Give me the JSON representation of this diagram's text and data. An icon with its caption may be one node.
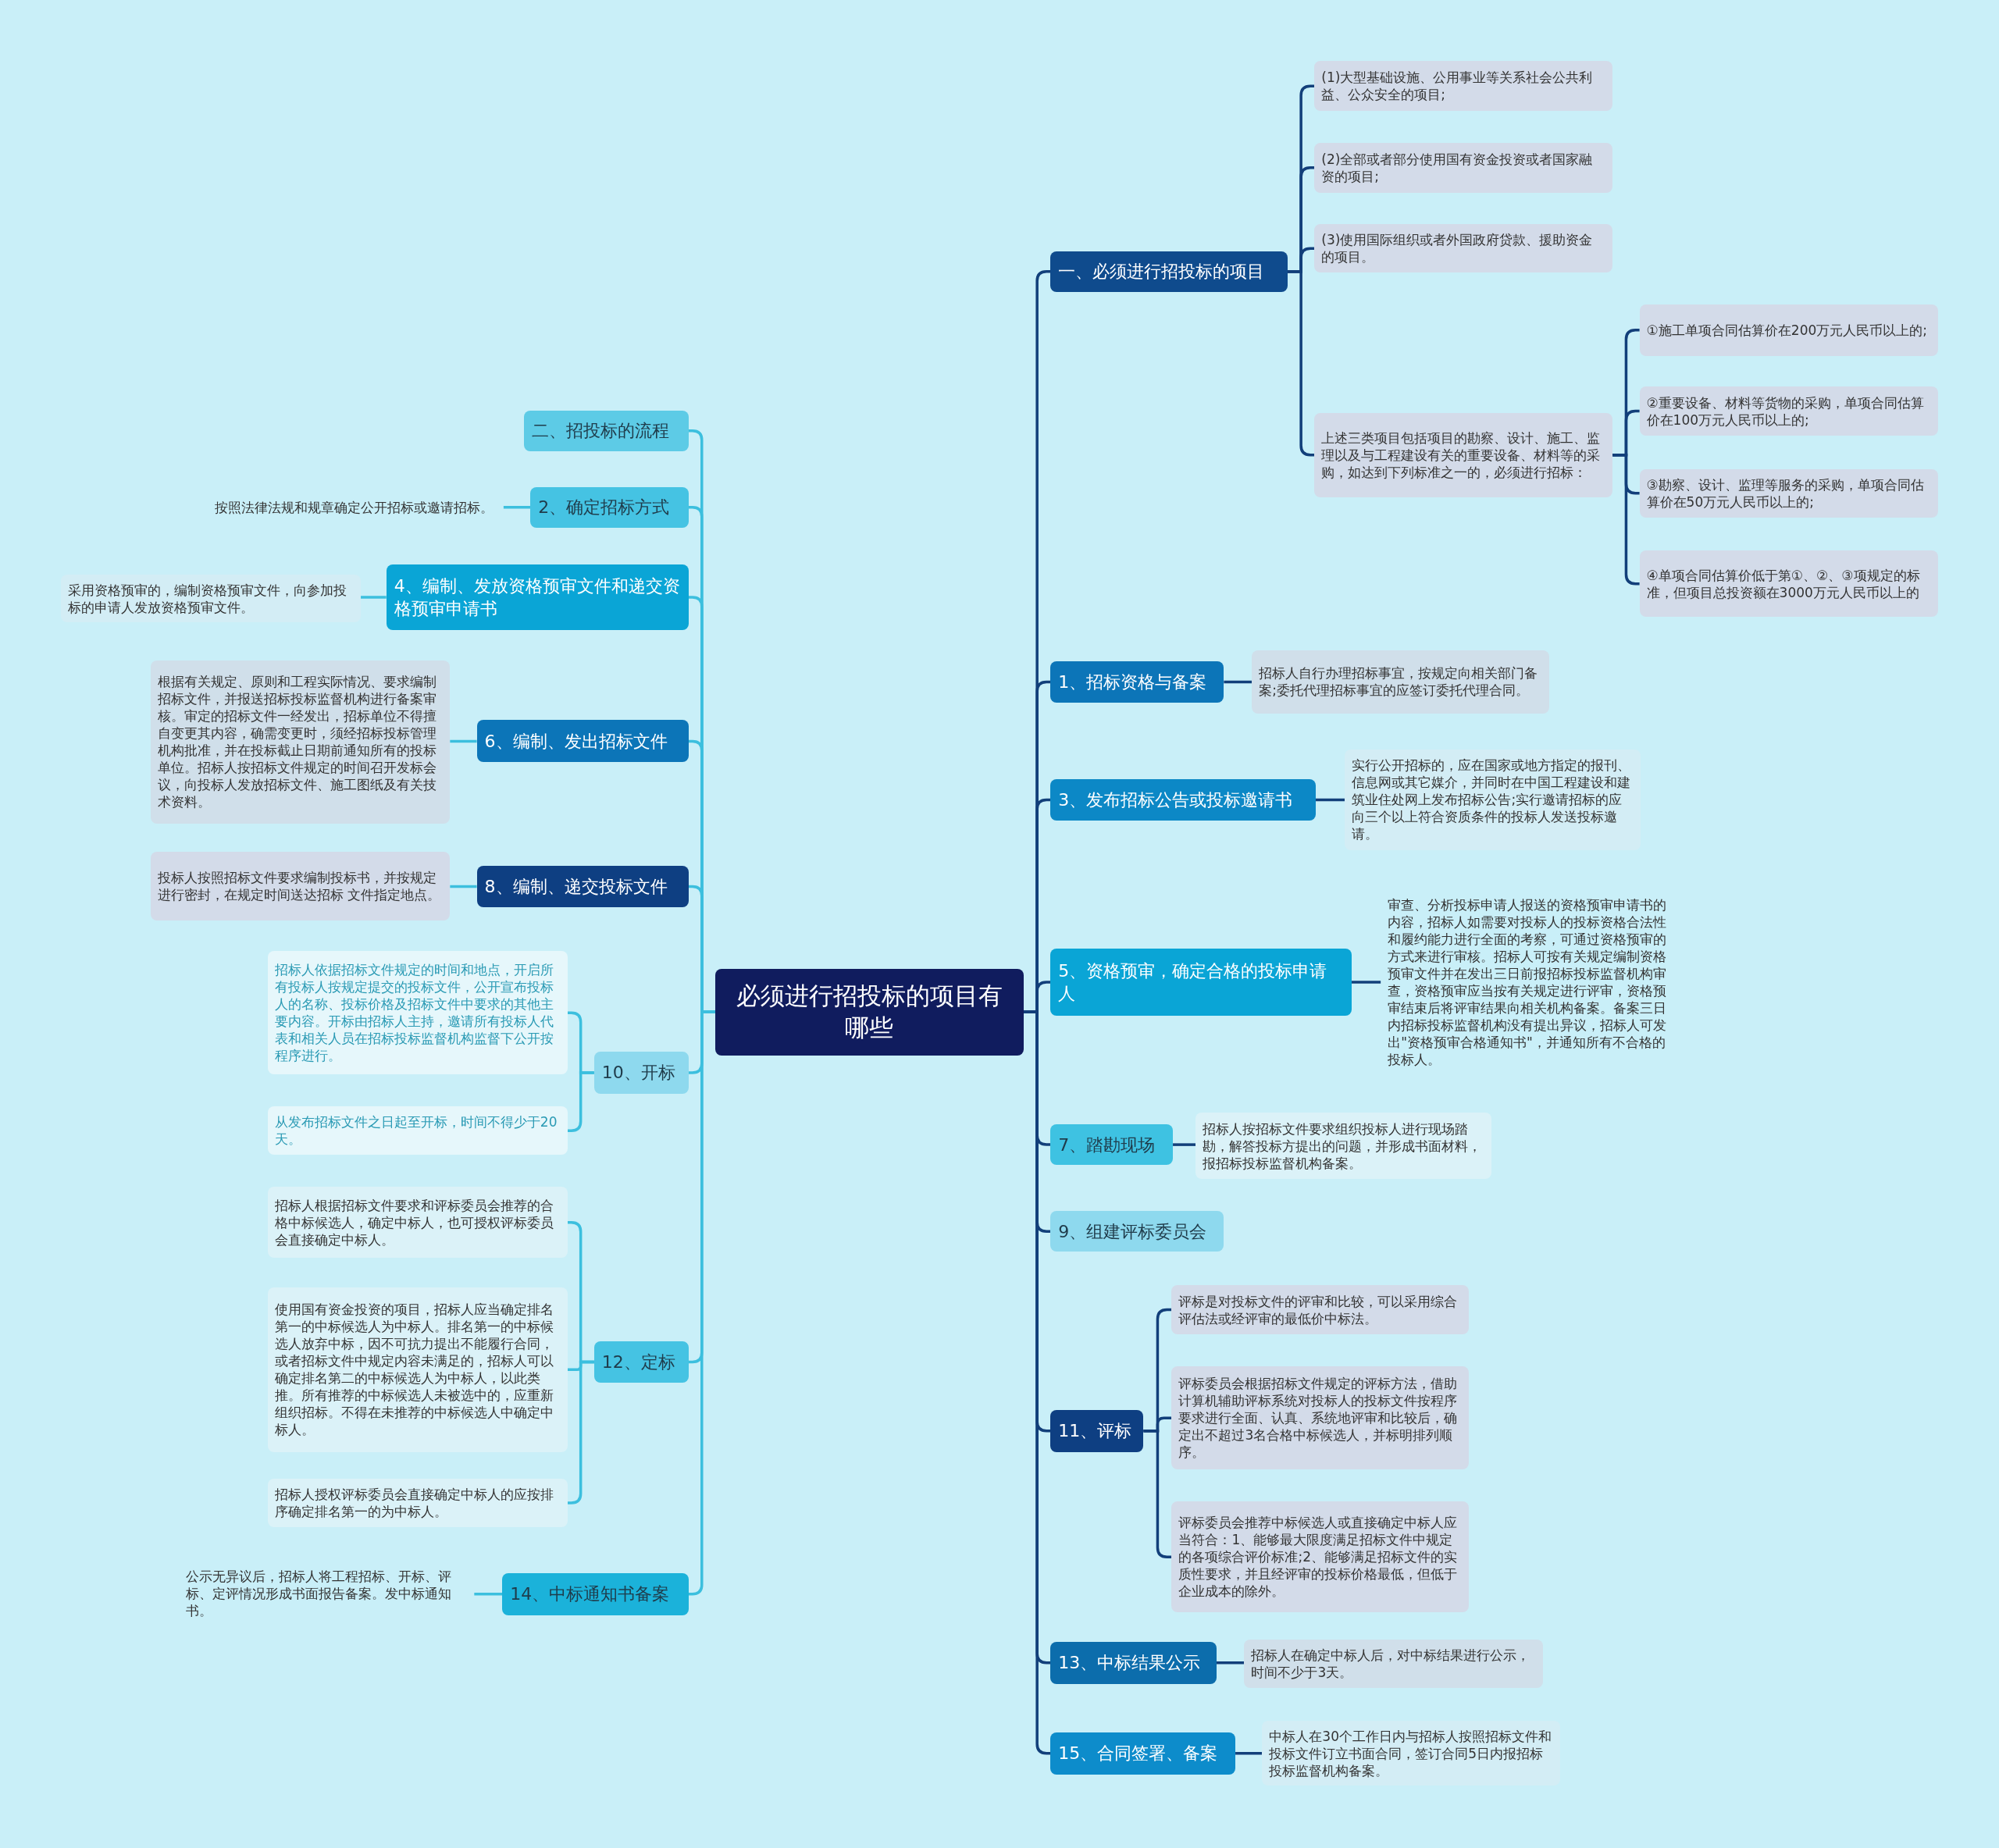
{
  "diagram": {
    "nodes": [
      {
        "text": [
          "必须进行招投标的项目有哪些"
        ]
      },
      {
        "text": [
          "一、必须进行招投标的项目"
        ]
      },
      {
        "text": [
          "(1)大型基础设施、公用事业等关系社会公共利益、公众安全的项目;"
        ]
      },
      {
        "text": [
          "(2)全部或者部分使用国有资金投资或者国家融资的项目;"
        ]
      },
      {
        "text": [
          "(3)使用国际组织或者外国政府贷款、援助资金的项目。"
        ]
      },
      {
        "text": [
          "上述三类项目包括项目的勘察、设计、施工、监理以及与工程建设有关的重要设备、材料等的采购，如达到下列标准之一的，必须进行招标："
        ]
      },
      {
        "text": [
          "①施工单项合同估算价在200万元人民币以上的;"
        ]
      },
      {
        "text": [
          "②重要设备、材料等货物的采购，单项合同估算价在100万元人民币以上的;"
        ]
      },
      {
        "text": [
          "③勘察、设计、监理等服务的采购，单项合同估算价在50万元人民币以上的;"
        ]
      },
      {
        "text": [
          "④单项合同估算价低于第①、②、③项规定的标准，但项目总投资额在3000万元人民币以上的"
        ]
      },
      {
        "text": [
          "1、招标资格与备案"
        ]
      },
      {
        "text": [
          "招标人自行办理招标事宜，按规定向相关部门备案;委托代理招标事宜的应签订委托代理合同。"
        ]
      },
      {
        "text": [
          "3、发布招标公告或投标邀请书"
        ]
      },
      {
        "text": [
          "实行公开招标的，应在国家或地方指定的报刊、信息网或其它媒介，并同时在中国工程建设和建筑业住处网上发布招标公告;实行邀请招标的应向三个以上符合资质条件的投标人发送投标邀请。"
        ]
      },
      {
        "text": [
          "5、资格预审，确定合格的投标申请人"
        ]
      },
      {
        "text": [
          "审查、分析投标申请人报送的资格预审申请书的内容，招标人如需要对投标人的投标资格合法性和履约能力进行全面的考察，可通过资格预审的方式来进行审核。招标人可按有关规定编制资格预审文件并在发出三日前报招标投标监督机构审查，资格预审应当按有关规定进行评审，资格预审结束后将评审结果向相关机构备案。备案三日内招标投标监督机构没有提出异议，招标人可发出\"资格预审合格通知书\"，并通知所有不合格的投标人。"
        ]
      },
      {
        "text": [
          "7、踏勘现场"
        ]
      },
      {
        "text": [
          "招标人按招标文件要求组织投标人进行现场踏勘，解答投标方提出的问题，并形成书面材料，报招标投标监督机构备案。"
        ]
      },
      {
        "text": [
          "9、组建评标委员会"
        ]
      },
      {
        "text": [
          "11、评标"
        ]
      },
      {
        "text": [
          "评标是对投标文件的评审和比较，可以采用综合评估法或经评审的最低价中标法。"
        ]
      },
      {
        "text": [
          "评标委员会根据招标文件规定的评标方法，借助计算机辅助评标系统对投标人的投标文件按程序要求进行全面、认真、系统地评审和比较后，确定出不超过3名合格中标候选人，并标明排列顺序。"
        ]
      },
      {
        "text": [
          "评标委员会推荐中标候选人或直接确定中标人应当符合：1、能够最大限度满足招标文件中规定的各项综合评价标准;2、能够满足招标文件的实质性要求，并且经评审的投标价格最低，但低于企业成本的除外。"
        ]
      },
      {
        "text": [
          "13、中标结果公示"
        ]
      },
      {
        "text": [
          "招标人在确定中标人后，对中标结果进行公示，时间不少于3天。"
        ]
      },
      {
        "text": [
          "15、合同签署、备案"
        ]
      },
      {
        "text": [
          "中标人在30个工作日内与招标人按照招标文件和投标文件订立书面合同，签订合同5日内报招标投标监督机构备案。"
        ]
      },
      {
        "text": [
          "二、招投标的流程"
        ]
      },
      {
        "text": [
          "2、确定招标方式"
        ]
      },
      {
        "text": [
          "按照法律法规和规章确定公开招标或邀请招标。"
        ]
      },
      {
        "text": [
          "4、编制、发放资格预审文件和递交资格预审申请书"
        ]
      },
      {
        "text": [
          "采用资格预审的，编制资格预审文件，向参加投标的申请人发放资格预审文件。"
        ]
      },
      {
        "text": [
          "6、编制、发出招标文件"
        ]
      },
      {
        "text": [
          "根据有关规定、原则和工程实际情况、要求编制招标文件，并报送招标投标监督机构进行备案审核。审定的招标文件一经发出，招标单位不得擅自变更其内容，确需变更时，须经招标投标管理机构批准，并在投标截止日期前通知所有的投标单位。招标人按招标文件规定的时间召开发标会议，向投标人发放招标文件、施工图纸及有关技术资料。"
        ]
      },
      {
        "text": [
          "8、编制、递交投标文件"
        ]
      },
      {
        "text": [
          "投标人按照招标文件要求编制投标书，并按规定进行密封，在规定时间送达招标 文件指定地点。"
        ]
      },
      {
        "text": [
          "10、开标"
        ]
      },
      {
        "text": [
          "招标人依据招标文件规定的时间和地点，开启所有投标人按规定提交的投标文件，公开宣布投标人的名称、投标价格及招标文件中要求的其他主要内容。开标由招标人主持，邀请所有投标人代表和相关人员在招标投标监督机构监督下公开按程序进行。"
        ]
      },
      {
        "text": [
          "从发布招标文件之日起至开标，时间不得少于20天。"
        ]
      },
      {
        "text": [
          "12、定标"
        ]
      },
      {
        "text": [
          "招标人根据招标文件要求和评标委员会推荐的合格中标候选人，确定中标人，也可授权评标委员会直接确定中标人。"
        ]
      },
      {
        "text": [
          "使用国有资金投资的项目，招标人应当确定排名第一的中标候选人为中标人。排名第一的中标候选人放弃中标，因不可抗力提出不能履行合同，或者招标文件中规定内容未满足的，招标人可以确定排名第二的中标候选人为中标人，以此类推。所有推荐的中标候选人未被选中的，应重新组织招标。不得在未推荐的中标候选人中确定中标人。"
        ]
      },
      {
        "text": [
          "招标人授权评标委员会直接确定中标人的应按排序确定排名第一的为中标人。"
        ]
      },
      {
        "text": [
          "14、中标通知书备案"
        ]
      },
      {
        "text": [
          "公示无异议后，招标人将工程招标、开标、评标、定评情况形成书面报告备案。发中标通知书。"
        ]
      }
    ],
    "edges": [
      {
        "from": 0,
        "to": 1,
        "arrow": "none"
      },
      {
        "from": 1,
        "to": 2,
        "arrow": "none"
      },
      {
        "from": 1,
        "to": 3,
        "arrow": "none"
      },
      {
        "from": 1,
        "to": 4,
        "arrow": "none"
      },
      {
        "from": 1,
        "to": 5,
        "arrow": "none"
      },
      {
        "from": 5,
        "to": 6,
        "arrow": "none"
      },
      {
        "from": 5,
        "to": 7,
        "arrow": "none"
      },
      {
        "from": 5,
        "to": 8,
        "arrow": "none"
      },
      {
        "from": 5,
        "to": 9,
        "arrow": "none"
      },
      {
        "from": 0,
        "to": 10,
        "arrow": "none"
      },
      {
        "from": 10,
        "to": 11,
        "arrow": "none"
      },
      {
        "from": 0,
        "to": 12,
        "arrow": "none"
      },
      {
        "from": 12,
        "to": 13,
        "arrow": "none"
      },
      {
        "from": 0,
        "to": 14,
        "arrow": "none"
      },
      {
        "from": 14,
        "to": 15,
        "arrow": "none"
      },
      {
        "from": 0,
        "to": 16,
        "arrow": "none"
      },
      {
        "from": 16,
        "to": 17,
        "arrow": "none"
      },
      {
        "from": 0,
        "to": 18,
        "arrow": "none"
      },
      {
        "from": 0,
        "to": 19,
        "arrow": "none"
      },
      {
        "from": 19,
        "to": 20,
        "arrow": "none"
      },
      {
        "from": 19,
        "to": 21,
        "arrow": "none"
      },
      {
        "from": 19,
        "to": 22,
        "arrow": "none"
      },
      {
        "from": 0,
        "to": 23,
        "arrow": "none"
      },
      {
        "from": 23,
        "to": 24,
        "arrow": "none"
      },
      {
        "from": 0,
        "to": 25,
        "arrow": "none"
      },
      {
        "from": 25,
        "to": 26,
        "arrow": "none"
      },
      {
        "from": 0,
        "to": 27,
        "arrow": "none",
        "color": "#3cbfde"
      },
      {
        "from": 0,
        "to": 28,
        "arrow": "none",
        "color": "#3cbfde"
      },
      {
        "from": 28,
        "to": 29,
        "arrow": "none",
        "color": "#3cbfde"
      },
      {
        "from": 0,
        "to": 30,
        "arrow": "none",
        "color": "#3cbfde"
      },
      {
        "from": 30,
        "to": 31,
        "arrow": "none",
        "color": "#3cbfde"
      },
      {
        "from": 0,
        "to": 32,
        "arrow": "none",
        "color": "#3cbfde"
      },
      {
        "from": 32,
        "to": 33,
        "arrow": "none",
        "color": "#3cbfde"
      },
      {
        "from": 0,
        "to": 34,
        "arrow": "none",
        "color": "#3cbfde"
      },
      {
        "from": 34,
        "to": 35,
        "arrow": "none",
        "color": "#3cbfde"
      },
      {
        "from": 0,
        "to": 36,
        "arrow": "none",
        "color": "#3cbfde"
      },
      {
        "from": 36,
        "to": 37,
        "arrow": "none",
        "color": "#3cbfde"
      },
      {
        "from": 36,
        "to": 38,
        "arrow": "none",
        "color": "#3cbfde"
      },
      {
        "from": 0,
        "to": 39,
        "arrow": "none",
        "color": "#3cbfde"
      },
      {
        "from": 39,
        "to": 40,
        "arrow": "none",
        "color": "#3cbfde"
      },
      {
        "from": 39,
        "to": 41,
        "arrow": "none",
        "color": "#3cbfde"
      },
      {
        "from": 39,
        "to": 42,
        "arrow": "none",
        "color": "#3cbfde"
      },
      {
        "from": 0,
        "to": 43,
        "arrow": "none",
        "color": "#3cbfde"
      },
      {
        "from": 43,
        "to": 44,
        "arrow": "none",
        "color": "#3cbfde"
      }
    ]
  }
}
